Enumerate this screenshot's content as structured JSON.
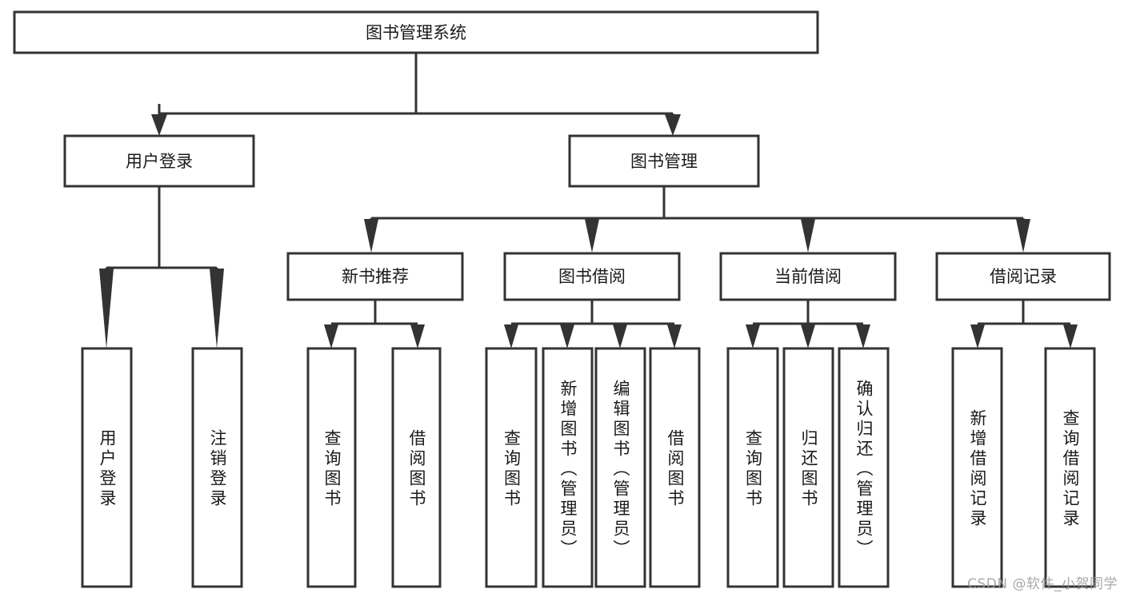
{
  "diagram": {
    "title": "图书管理系统",
    "type": "tree-hierarchy-chart",
    "root": {
      "label": "图书管理系统"
    },
    "level2": [
      {
        "label": "用户登录"
      },
      {
        "label": "图书管理"
      }
    ],
    "level3": [
      {
        "label": "新书推荐"
      },
      {
        "label": "图书借阅"
      },
      {
        "label": "当前借阅"
      },
      {
        "label": "借阅记录"
      }
    ],
    "leaves": {
      "user_login": [
        {
          "label": "用户登录"
        },
        {
          "label": "注销登录"
        }
      ],
      "new_book_recommend": [
        {
          "label": "查询图书"
        },
        {
          "label": "借阅图书"
        }
      ],
      "book_borrow": [
        {
          "label": "查询图书"
        },
        {
          "label": "新增图书（管理员）"
        },
        {
          "label": "编辑图书（管理员）"
        },
        {
          "label": "借阅图书"
        }
      ],
      "current_borrow": [
        {
          "label": "查询图书"
        },
        {
          "label": "归还图书"
        },
        {
          "label": "确认归还（管理员）"
        }
      ],
      "borrow_records": [
        {
          "label": "新增借阅记录"
        },
        {
          "label": "查询借阅记录"
        }
      ]
    }
  },
  "watermark": {
    "text": "CSDN @软件_小贺同学"
  },
  "colors": {
    "box_stroke": "#333333",
    "box_fill": "#ffffff",
    "text": "#1a1a1a",
    "background": "#ffffff",
    "watermark": "#9a9a9a"
  }
}
